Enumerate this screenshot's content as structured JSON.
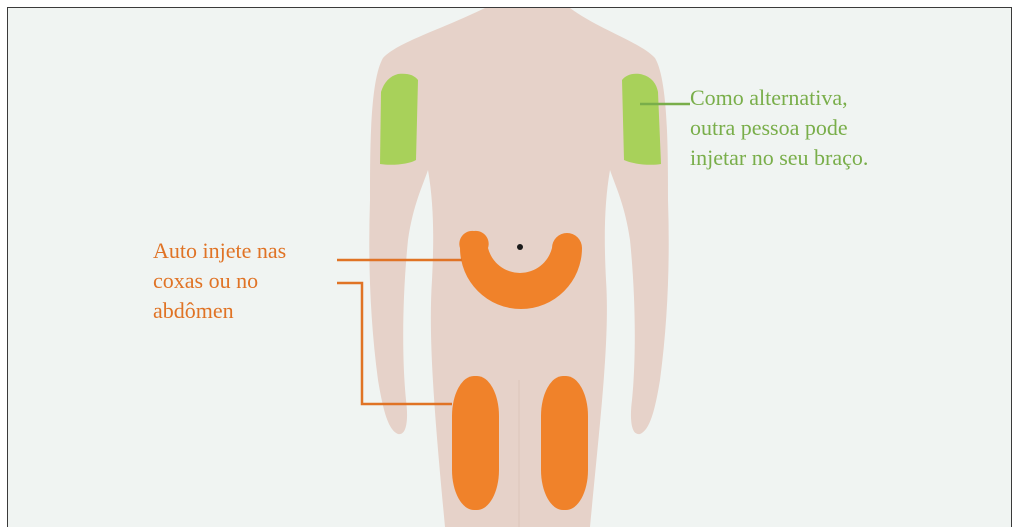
{
  "colors": {
    "background": "#f0f4f2",
    "body": "#e6d2c9",
    "arm_zone": "#a8d15a",
    "self_zone": "#f0822a",
    "green_text": "#79ae4a",
    "orange_text": "#e07325",
    "navel": "#1a1a1a"
  },
  "labels": {
    "arm_note": {
      "lines": [
        "Como alternativa,",
        "outra pessoa pode",
        "injetar no seu braço."
      ]
    },
    "self_note": {
      "lines": [
        "Auto injete nas",
        "coxas ou no",
        "abdômen"
      ]
    }
  },
  "zones": [
    {
      "name": "right-upper-arm",
      "target": "arm",
      "color_key": "arm_zone"
    },
    {
      "name": "left-upper-arm",
      "target": "arm",
      "color_key": "arm_zone"
    },
    {
      "name": "abdomen",
      "target": "self",
      "color_key": "self_zone"
    },
    {
      "name": "right-thigh",
      "target": "self",
      "color_key": "self_zone"
    },
    {
      "name": "left-thigh",
      "target": "self",
      "color_key": "self_zone"
    }
  ]
}
